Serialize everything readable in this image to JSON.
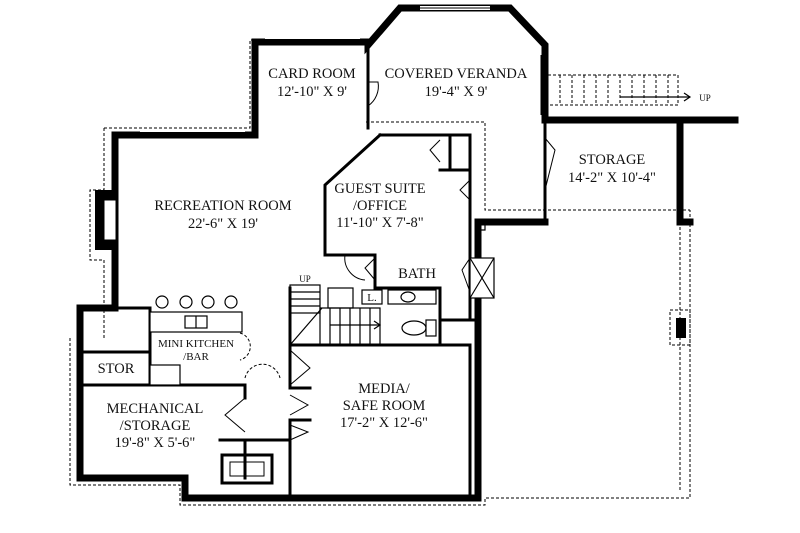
{
  "rooms": {
    "card_room": {
      "name": "CARD ROOM",
      "dims": "12'-10\" X 9'"
    },
    "covered_veranda": {
      "name": "COVERED VERANDA",
      "dims": "19'-4\" X 9'"
    },
    "storage": {
      "name": "STORAGE",
      "dims": "14'-2\" X 10'-4\""
    },
    "recreation_room": {
      "name": "RECREATION ROOM",
      "dims": "22'-6\" X 19'"
    },
    "guest_suite": {
      "name_line1": "GUEST SUITE",
      "name_line2": "/OFFICE",
      "dims": "11'-10\" X 7'-8\""
    },
    "bath": {
      "name": "BATH"
    },
    "mini_kitchen": {
      "name_line1": "MINI KITCHEN",
      "name_line2": "/BAR"
    },
    "stor": {
      "name": "STOR"
    },
    "mechanical": {
      "name_line1": "MECHANICAL",
      "name_line2": "/STORAGE",
      "dims": "19'-8\" X 5'-6\""
    },
    "media_room": {
      "name_line1": "MEDIA/",
      "name_line2": "SAFE ROOM",
      "dims": "17'-2\" X 12'-6\""
    }
  },
  "marks": {
    "stair_up_label": "UP",
    "veranda_stairs_up": "UP",
    "linen_label": "L."
  }
}
